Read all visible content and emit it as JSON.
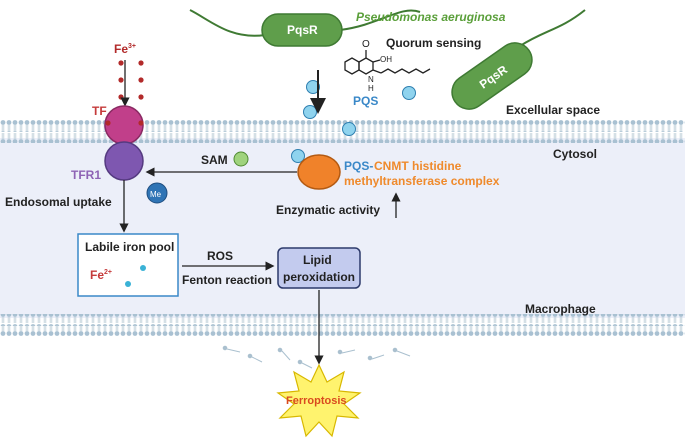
{
  "labels": {
    "bacterium_name": "Pseudomonas aeruginosa",
    "pqsr_1": "PqsR",
    "pqsr_2": "PqsR",
    "quorum_sensing": "Quorum sensing",
    "pqs": "PQS",
    "oh_group": "OH",
    "amine_h": "H",
    "amine_n": "N",
    "carbonyl_o": "O",
    "extracellular_space": "Excellular space",
    "cytosol": "Cytosol",
    "fe3_base": "Fe",
    "fe3_charge": "3+",
    "tf": "TF",
    "tfr1": "TFR1",
    "me": "Me",
    "sam": "SAM",
    "complex_pqs": "PQS-",
    "complex_line1": "CNMT histidine",
    "complex_line2": "methyltransferase complex",
    "enzymatic_activity": "Enzymatic activity",
    "endosomal_uptake": "Endosomal uptake",
    "labile_iron_pool": "Labile iron pool",
    "fe2_base": "Fe",
    "fe2_charge": "2+",
    "ros": "ROS",
    "fenton": "Fenton reaction",
    "lipid_line1": "Lipid",
    "lipid_line2": "peroxidation",
    "macrophage": "Macrophage",
    "ferroptosis": "Ferroptosis"
  },
  "colors": {
    "bacterium_green": "#5f9e4b",
    "bacterium_dark": "#3f7a33",
    "pqs_blue": "#8fd3ee",
    "tf_pink": "#c13f8a",
    "tfr1_purple": "#7e57b0",
    "me_blue": "#2f74b5",
    "complex_orange": "#f0822a",
    "sam_green": "#9fd37d",
    "iron_red": "#b22a2a",
    "cytosol_fill": "#eceff9",
    "membrane_blue": "#9db7c9",
    "star_yellow": "#fff36e",
    "star_text": "#d94a1f"
  }
}
